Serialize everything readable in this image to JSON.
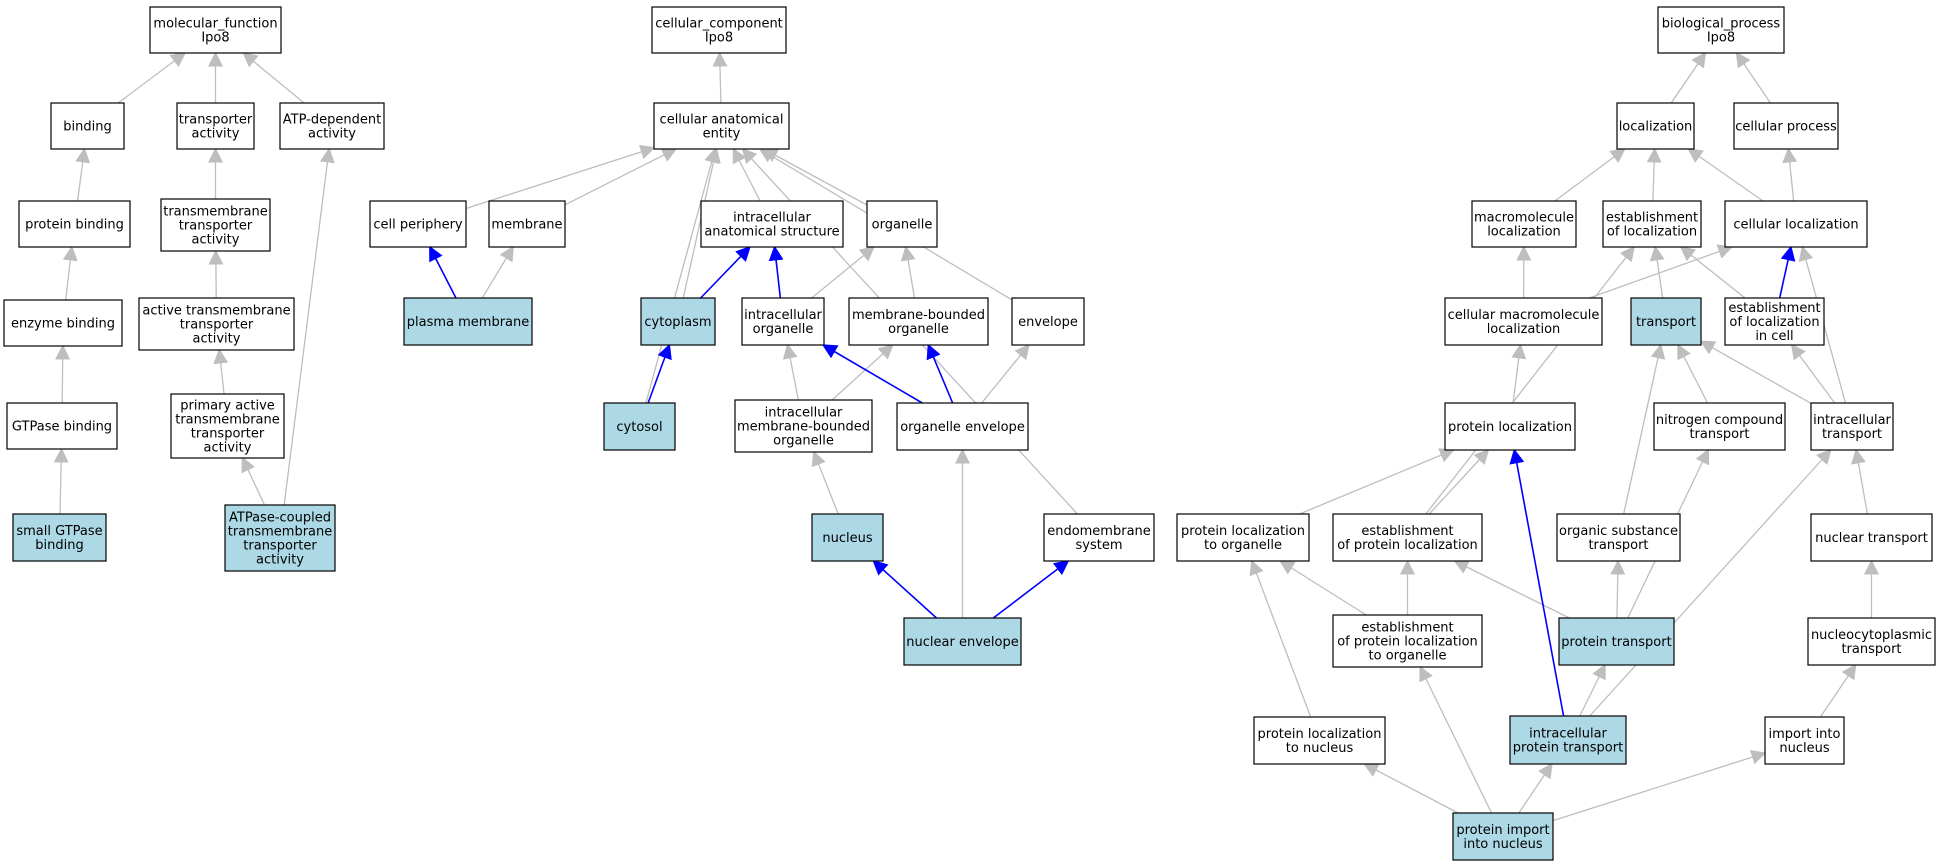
{
  "colors": {
    "default_fill": "#ffffff",
    "highlight_fill": "#add8e6",
    "grey_edge": "#bebebe",
    "blue_edge": "#0000ff",
    "border": "#000000"
  },
  "nodes": [
    {
      "id": "mf",
      "lines": [
        "molecular_function",
        "Ipo8"
      ],
      "highlight": false
    },
    {
      "id": "binding",
      "lines": [
        "binding"
      ],
      "highlight": false
    },
    {
      "id": "transporter_activity",
      "lines": [
        "transporter",
        "activity"
      ],
      "highlight": false
    },
    {
      "id": "atp_dependent",
      "lines": [
        "ATP-dependent",
        "activity"
      ],
      "highlight": false
    },
    {
      "id": "protein_binding",
      "lines": [
        "protein binding"
      ],
      "highlight": false
    },
    {
      "id": "tm_transporter",
      "lines": [
        "transmembrane",
        "transporter",
        "activity"
      ],
      "highlight": false
    },
    {
      "id": "enzyme_binding",
      "lines": [
        "enzyme binding"
      ],
      "highlight": false
    },
    {
      "id": "active_tm",
      "lines": [
        "active transmembrane",
        "transporter",
        "activity"
      ],
      "highlight": false
    },
    {
      "id": "gtpase_binding",
      "lines": [
        "GTPase binding"
      ],
      "highlight": false
    },
    {
      "id": "primary_active",
      "lines": [
        "primary active",
        "transmembrane",
        "transporter",
        "activity"
      ],
      "highlight": false
    },
    {
      "id": "small_gtpase",
      "lines": [
        "small GTPase",
        "binding"
      ],
      "highlight": true
    },
    {
      "id": "atpase_coupled",
      "lines": [
        "ATPase-coupled",
        "transmembrane",
        "transporter",
        "activity"
      ],
      "highlight": true
    },
    {
      "id": "cc",
      "lines": [
        "cellular_component",
        "Ipo8"
      ],
      "highlight": false
    },
    {
      "id": "cae",
      "lines": [
        "cellular anatomical",
        "entity"
      ],
      "highlight": false
    },
    {
      "id": "cell_periphery",
      "lines": [
        "cell periphery"
      ],
      "highlight": false
    },
    {
      "id": "membrane",
      "lines": [
        "membrane"
      ],
      "highlight": false
    },
    {
      "id": "intracellular_as",
      "lines": [
        "intracellular",
        "anatomical structure"
      ],
      "highlight": false
    },
    {
      "id": "organelle",
      "lines": [
        "organelle"
      ],
      "highlight": false
    },
    {
      "id": "plasma_membrane",
      "lines": [
        "plasma membrane"
      ],
      "highlight": true
    },
    {
      "id": "cytoplasm",
      "lines": [
        "cytoplasm"
      ],
      "highlight": true
    },
    {
      "id": "intracellular_organelle",
      "lines": [
        "intracellular",
        "organelle"
      ],
      "highlight": false
    },
    {
      "id": "membrane_bounded",
      "lines": [
        "membrane-bounded",
        "organelle"
      ],
      "highlight": false
    },
    {
      "id": "envelope",
      "lines": [
        "envelope"
      ],
      "highlight": false
    },
    {
      "id": "cytosol",
      "lines": [
        "cytosol"
      ],
      "highlight": true
    },
    {
      "id": "intracellular_mbo",
      "lines": [
        "intracellular",
        "membrane-bounded",
        "organelle"
      ],
      "highlight": false
    },
    {
      "id": "organelle_envelope",
      "lines": [
        "organelle envelope"
      ],
      "highlight": false
    },
    {
      "id": "nucleus",
      "lines": [
        "nucleus"
      ],
      "highlight": true
    },
    {
      "id": "endomembrane",
      "lines": [
        "endomembrane",
        "system"
      ],
      "highlight": false
    },
    {
      "id": "nuclear_envelope",
      "lines": [
        "nuclear envelope"
      ],
      "highlight": true
    },
    {
      "id": "bp",
      "lines": [
        "biological_process",
        "Ipo8"
      ],
      "highlight": false
    },
    {
      "id": "localization",
      "lines": [
        "localization"
      ],
      "highlight": false
    },
    {
      "id": "cellular_process",
      "lines": [
        "cellular process"
      ],
      "highlight": false
    },
    {
      "id": "macro_loc",
      "lines": [
        "macromolecule",
        "localization"
      ],
      "highlight": false
    },
    {
      "id": "est_loc",
      "lines": [
        "establishment",
        "of localization"
      ],
      "highlight": false
    },
    {
      "id": "cell_loc",
      "lines": [
        "cellular localization"
      ],
      "highlight": false
    },
    {
      "id": "cell_macro_loc",
      "lines": [
        "cellular macromolecule",
        "localization"
      ],
      "highlight": false
    },
    {
      "id": "transport",
      "lines": [
        "transport"
      ],
      "highlight": true
    },
    {
      "id": "est_loc_cell",
      "lines": [
        "establishment",
        "of localization",
        "in cell"
      ],
      "highlight": false
    },
    {
      "id": "protein_loc",
      "lines": [
        "protein localization"
      ],
      "highlight": false
    },
    {
      "id": "nitrogen_transport",
      "lines": [
        "nitrogen compound",
        "transport"
      ],
      "highlight": false
    },
    {
      "id": "intracellular_transport",
      "lines": [
        "intracellular",
        "transport"
      ],
      "highlight": false
    },
    {
      "id": "protein_loc_organelle",
      "lines": [
        "protein localization",
        "to organelle"
      ],
      "highlight": false
    },
    {
      "id": "est_protein_loc",
      "lines": [
        "establishment",
        "of protein localization"
      ],
      "highlight": false
    },
    {
      "id": "organic_transport",
      "lines": [
        "organic substance",
        "transport"
      ],
      "highlight": false
    },
    {
      "id": "nuclear_transport",
      "lines": [
        "nuclear transport"
      ],
      "highlight": false
    },
    {
      "id": "est_protein_loc_org",
      "lines": [
        "establishment",
        "of protein localization",
        "to organelle"
      ],
      "highlight": false
    },
    {
      "id": "protein_transport",
      "lines": [
        "protein transport"
      ],
      "highlight": true
    },
    {
      "id": "nucleocyto",
      "lines": [
        "nucleocytoplasmic",
        "transport"
      ],
      "highlight": false
    },
    {
      "id": "protein_loc_nucleus",
      "lines": [
        "protein localization",
        "to nucleus"
      ],
      "highlight": false
    },
    {
      "id": "intracellular_pt",
      "lines": [
        "intracellular",
        "protein transport"
      ],
      "highlight": true
    },
    {
      "id": "import_nucleus",
      "lines": [
        "import into",
        "nucleus"
      ],
      "highlight": false
    },
    {
      "id": "protein_import",
      "lines": [
        "protein import",
        "into nucleus"
      ],
      "highlight": true
    }
  ],
  "edges": [
    {
      "from": "binding",
      "to": "mf",
      "color": "grey"
    },
    {
      "from": "transporter_activity",
      "to": "mf",
      "color": "grey"
    },
    {
      "from": "atp_dependent",
      "to": "mf",
      "color": "grey"
    },
    {
      "from": "protein_binding",
      "to": "binding",
      "color": "grey"
    },
    {
      "from": "tm_transporter",
      "to": "transporter_activity",
      "color": "grey"
    },
    {
      "from": "enzyme_binding",
      "to": "protein_binding",
      "color": "grey"
    },
    {
      "from": "active_tm",
      "to": "tm_transporter",
      "color": "grey"
    },
    {
      "from": "gtpase_binding",
      "to": "enzyme_binding",
      "color": "grey"
    },
    {
      "from": "primary_active",
      "to": "active_tm",
      "color": "grey"
    },
    {
      "from": "small_gtpase",
      "to": "gtpase_binding",
      "color": "grey"
    },
    {
      "from": "atpase_coupled",
      "to": "primary_active",
      "color": "grey"
    },
    {
      "from": "atpase_coupled",
      "to": "atp_dependent",
      "color": "grey"
    },
    {
      "from": "cae",
      "to": "cc",
      "color": "grey"
    },
    {
      "from": "cell_periphery",
      "to": "cae",
      "color": "grey"
    },
    {
      "from": "membrane",
      "to": "cae",
      "color": "grey"
    },
    {
      "from": "intracellular_as",
      "to": "cae",
      "color": "grey"
    },
    {
      "from": "organelle",
      "to": "cae",
      "color": "grey"
    },
    {
      "from": "cytoplasm",
      "to": "cae",
      "color": "grey"
    },
    {
      "from": "cytosol",
      "to": "cae",
      "color": "grey"
    },
    {
      "from": "envelope",
      "to": "cae",
      "color": "grey"
    },
    {
      "from": "endomembrane",
      "to": "cae",
      "color": "grey"
    },
    {
      "from": "plasma_membrane",
      "to": "cell_periphery",
      "color": "blue"
    },
    {
      "from": "plasma_membrane",
      "to": "membrane",
      "color": "grey"
    },
    {
      "from": "cytoplasm",
      "to": "intracellular_as",
      "color": "blue"
    },
    {
      "from": "intracellular_organelle",
      "to": "intracellular_as",
      "color": "blue"
    },
    {
      "from": "intracellular_organelle",
      "to": "organelle",
      "color": "grey"
    },
    {
      "from": "membrane_bounded",
      "to": "organelle",
      "color": "grey"
    },
    {
      "from": "cytosol",
      "to": "cytoplasm",
      "color": "blue"
    },
    {
      "from": "intracellular_mbo",
      "to": "intracellular_organelle",
      "color": "grey"
    },
    {
      "from": "intracellular_mbo",
      "to": "membrane_bounded",
      "color": "grey"
    },
    {
      "from": "organelle_envelope",
      "to": "intracellular_organelle",
      "color": "blue"
    },
    {
      "from": "organelle_envelope",
      "to": "membrane_bounded",
      "color": "blue"
    },
    {
      "from": "organelle_envelope",
      "to": "envelope",
      "color": "grey"
    },
    {
      "from": "nucleus",
      "to": "intracellular_mbo",
      "color": "grey"
    },
    {
      "from": "nuclear_envelope",
      "to": "nucleus",
      "color": "blue"
    },
    {
      "from": "nuclear_envelope",
      "to": "organelle_envelope",
      "color": "grey"
    },
    {
      "from": "nuclear_envelope",
      "to": "endomembrane",
      "color": "blue"
    },
    {
      "from": "localization",
      "to": "bp",
      "color": "grey"
    },
    {
      "from": "cellular_process",
      "to": "bp",
      "color": "grey"
    },
    {
      "from": "macro_loc",
      "to": "localization",
      "color": "grey"
    },
    {
      "from": "est_loc",
      "to": "localization",
      "color": "grey"
    },
    {
      "from": "cell_loc",
      "to": "localization",
      "color": "grey"
    },
    {
      "from": "cell_loc",
      "to": "cellular_process",
      "color": "grey"
    },
    {
      "from": "cell_macro_loc",
      "to": "macro_loc",
      "color": "grey"
    },
    {
      "from": "cell_macro_loc",
      "to": "cell_loc",
      "color": "grey"
    },
    {
      "from": "transport",
      "to": "est_loc",
      "color": "grey"
    },
    {
      "from": "est_loc_cell",
      "to": "est_loc",
      "color": "grey"
    },
    {
      "from": "est_loc_cell",
      "to": "cell_loc",
      "color": "blue"
    },
    {
      "from": "protein_loc",
      "to": "cell_macro_loc",
      "color": "grey"
    },
    {
      "from": "nitrogen_transport",
      "to": "transport",
      "color": "grey"
    },
    {
      "from": "intracellular_transport",
      "to": "transport",
      "color": "grey"
    },
    {
      "from": "intracellular_transport",
      "to": "est_loc_cell",
      "color": "grey"
    },
    {
      "from": "intracellular_transport",
      "to": "cell_loc",
      "color": "grey"
    },
    {
      "from": "protein_loc_organelle",
      "to": "protein_loc",
      "color": "grey"
    },
    {
      "from": "est_protein_loc",
      "to": "protein_loc",
      "color": "grey"
    },
    {
      "from": "est_protein_loc",
      "to": "est_loc",
      "color": "grey"
    },
    {
      "from": "organic_transport",
      "to": "transport",
      "color": "grey"
    },
    {
      "from": "nuclear_transport",
      "to": "intracellular_transport",
      "color": "grey"
    },
    {
      "from": "est_protein_loc_org",
      "to": "protein_loc_organelle",
      "color": "grey"
    },
    {
      "from": "est_protein_loc_org",
      "to": "est_protein_loc",
      "color": "grey"
    },
    {
      "from": "protein_transport",
      "to": "est_protein_loc",
      "color": "grey"
    },
    {
      "from": "protein_transport",
      "to": "organic_transport",
      "color": "grey"
    },
    {
      "from": "protein_transport",
      "to": "nitrogen_transport",
      "color": "grey"
    },
    {
      "from": "nucleocyto",
      "to": "nuclear_transport",
      "color": "grey"
    },
    {
      "from": "protein_loc_nucleus",
      "to": "protein_loc_organelle",
      "color": "grey"
    },
    {
      "from": "intracellular_pt",
      "to": "protein_transport",
      "color": "grey"
    },
    {
      "from": "intracellular_pt",
      "to": "intracellular_transport",
      "color": "grey"
    },
    {
      "from": "intracellular_pt",
      "to": "protein_loc",
      "color": "blue"
    },
    {
      "from": "import_nucleus",
      "to": "nucleocyto",
      "color": "grey"
    },
    {
      "from": "protein_import",
      "to": "protein_loc_nucleus",
      "color": "grey"
    },
    {
      "from": "protein_import",
      "to": "intracellular_pt",
      "color": "grey"
    },
    {
      "from": "protein_import",
      "to": "import_nucleus",
      "color": "grey"
    },
    {
      "from": "protein_import",
      "to": "est_protein_loc_org",
      "color": "grey"
    }
  ]
}
